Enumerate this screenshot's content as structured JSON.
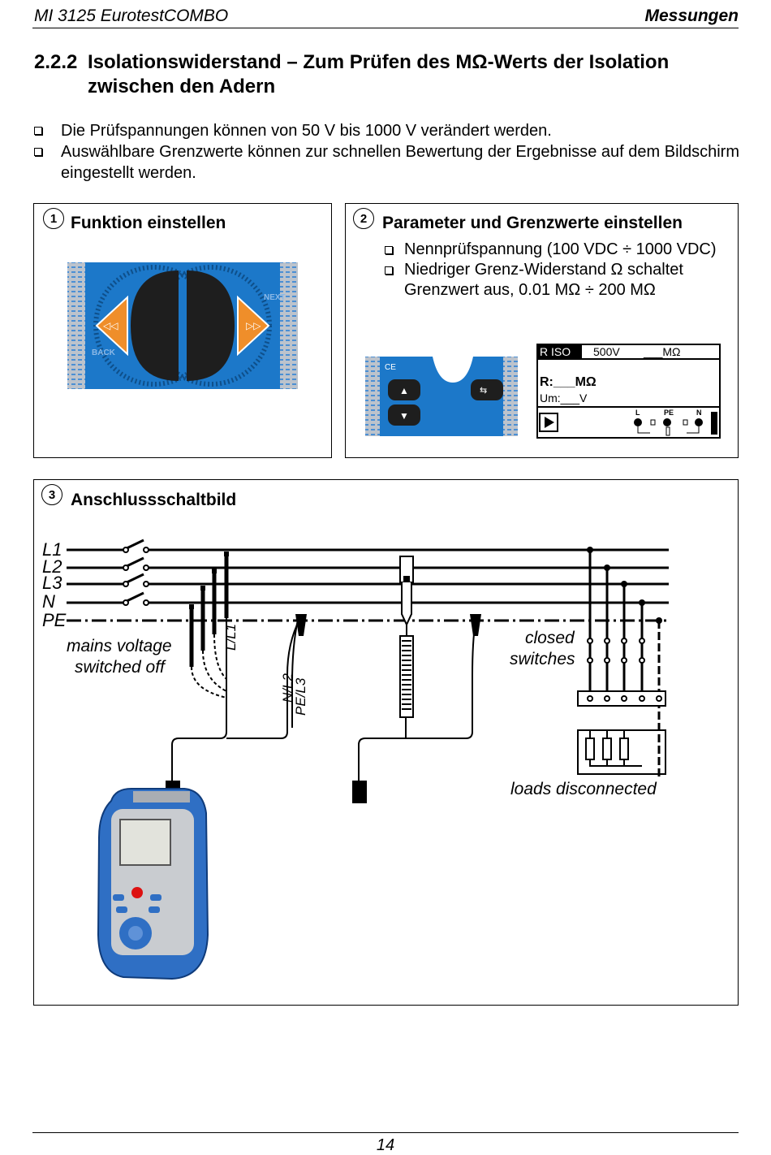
{
  "header": {
    "left": "MI 3125 EurotestCOMBO",
    "right": "Messungen"
  },
  "section": {
    "number": "2.2.2",
    "title_line1": "Isolationswiderstand – Zum Prüfen des MΩ-Werts der Isolation",
    "title_line2": "zwischen den Adern"
  },
  "intro_bullets": [
    "Die Prüfspannungen können von 50 V bis 1000 V verändert werden.",
    "Auswählbare Grenzwerte können zur schnellen Bewertung der Ergebnisse auf dem Bildschirm eingestellt werden."
  ],
  "panel1": {
    "step": "1",
    "title": "Funktion einstellen",
    "keypad_labels": {
      "next": "NEXT",
      "back": "BACK"
    }
  },
  "panel2": {
    "step": "2",
    "title": "Parameter und Grenzwerte einstellen",
    "bullets": [
      "Nennprüfspannung (100 VDC ÷ 1000 VDC)",
      "Niedriger Grenz-Widerstand Ω schaltet Grenzwert aus, 0.01 MΩ ÷ 200 MΩ"
    ],
    "lcd": {
      "function": "R ISO",
      "voltage": "500V",
      "limit": "___MΩ",
      "result": "R:___MΩ",
      "um": "Um:___V",
      "terminals": [
        "L",
        "PE",
        "N"
      ]
    },
    "keypad_mark": "CE"
  },
  "panel3": {
    "step": "3",
    "title": "Anschlussschaltbild",
    "lines": [
      "L1",
      "L2",
      "L3",
      "N",
      "PE"
    ],
    "annotations": {
      "mains": [
        "mains voltage",
        "switched off"
      ],
      "closed": [
        "closed",
        "switches"
      ],
      "loads": "loads disconnected",
      "probe_l": "L/L1",
      "probe_n": "N/L2",
      "probe_pe": "PE/L3"
    }
  },
  "footer": {
    "page": "14"
  }
}
